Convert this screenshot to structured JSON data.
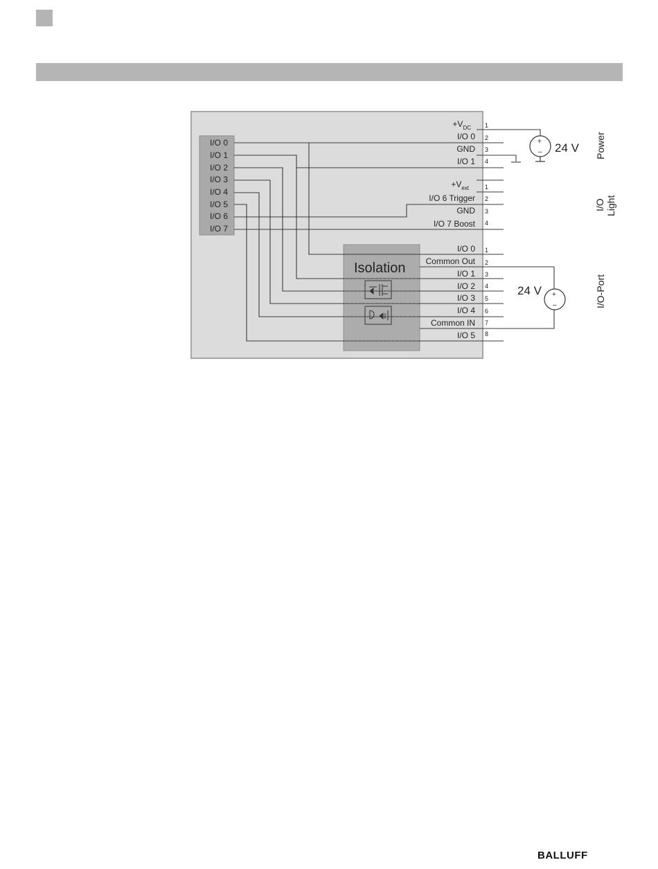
{
  "brand": {
    "logo_text": "BALLUFF"
  },
  "diagram": {
    "controller_ios": [
      "I/O 0",
      "I/O 1",
      "I/O 2",
      "I/O 3",
      "I/O 4",
      "I/O 5",
      "I/O 6",
      "I/O 7"
    ],
    "isolation_label": "Isolation",
    "supply_voltage": "24 V",
    "groups": {
      "power": {
        "title": "Power",
        "pins": [
          {
            "label": "+V",
            "sub": "DC",
            "num": "1"
          },
          {
            "label": "I/O 0",
            "num": "2"
          },
          {
            "label": "GND",
            "num": "3"
          },
          {
            "label": "I/O 1",
            "num": "4"
          }
        ]
      },
      "io_light": {
        "title_line1": "I/O",
        "title_line2": "Light",
        "pins": [
          {
            "label": "+V",
            "sub": "ext",
            "num": "1"
          },
          {
            "label": "I/O 6 Trigger",
            "num": "2"
          },
          {
            "label": "GND",
            "num": "3"
          },
          {
            "label": "I/O 7 Boost",
            "num": "4"
          }
        ]
      },
      "io_port": {
        "title": "I/O-Port",
        "pins": [
          {
            "label": "I/O 0",
            "num": "1"
          },
          {
            "label": "Common Out",
            "num": "2"
          },
          {
            "label": "I/O 1",
            "num": "3"
          },
          {
            "label": "I/O 2",
            "num": "4"
          },
          {
            "label": "I/O 3",
            "num": "5"
          },
          {
            "label": "I/O 4",
            "num": "6"
          },
          {
            "label": "Common IN",
            "num": "7"
          },
          {
            "label": "I/O 5",
            "num": "8"
          }
        ]
      }
    }
  }
}
